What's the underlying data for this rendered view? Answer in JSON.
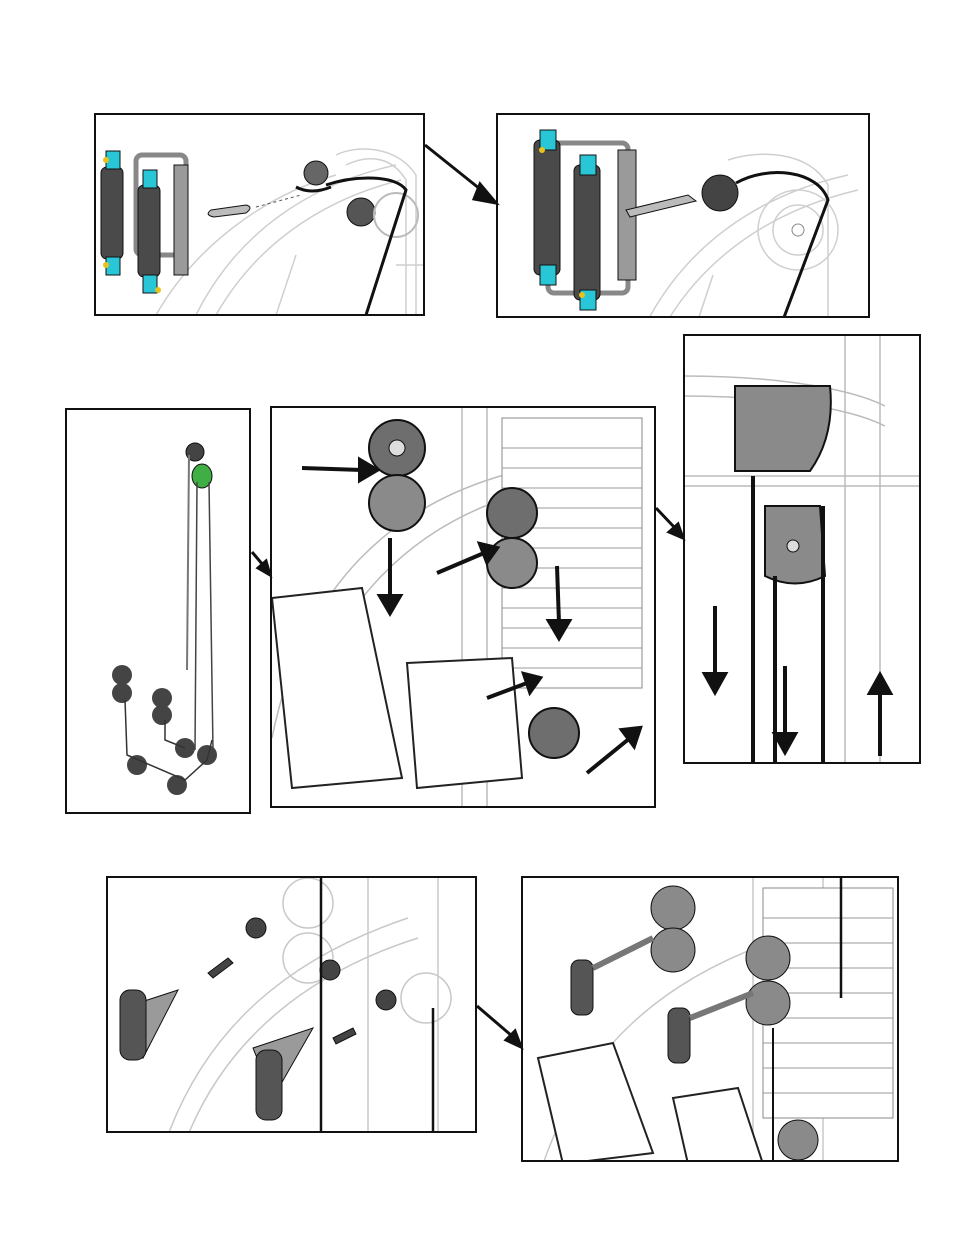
{
  "page": {
    "background": "#ffffff",
    "stroke_color": "#111111",
    "line_art_color": "#c8c8c8",
    "highlight_colors": {
      "cyan_cap": "#29c6d8",
      "yellow_pin": "#e6c21a",
      "green_pulley": "#3fae45",
      "foam_roller": "#4a4a4a",
      "pulley_gray": "#8a8a8a"
    }
  },
  "panels": [
    {
      "id": "leg-developer-attach-before",
      "content": [
        "roller-pad-assembly",
        "snap-hook",
        "cable-end",
        "pulley"
      ]
    },
    {
      "id": "leg-developer-attach-after",
      "content": [
        "roller-pad-assembly",
        "snap-hook-connected",
        "cable-ball",
        "pulley"
      ]
    },
    {
      "id": "cable-routing-overview",
      "content": [
        "pulleys",
        "cable-path",
        "snap-hooks"
      ]
    },
    {
      "id": "pulley-routing-detail",
      "content": [
        "weight-stack",
        "pulleys",
        "foot-plate",
        "direction-arrows"
      ]
    },
    {
      "id": "upper-pulley-detail",
      "content": [
        "pulley-housing",
        "pulley",
        "direction-arrows"
      ]
    },
    {
      "id": "handle-attach-before",
      "content": [
        "handles",
        "snap-hooks",
        "pulleys",
        "weight-stack"
      ]
    },
    {
      "id": "handle-attach-after",
      "content": [
        "handles-connected",
        "pulleys",
        "weight-stack",
        "foot-plate"
      ]
    }
  ],
  "icons": {
    "arrow": "arrow-icon",
    "pulley": "pulley-icon",
    "snap_hook": "snap-hook-icon",
    "handle": "handle-icon",
    "roller": "foam-roller-icon"
  }
}
